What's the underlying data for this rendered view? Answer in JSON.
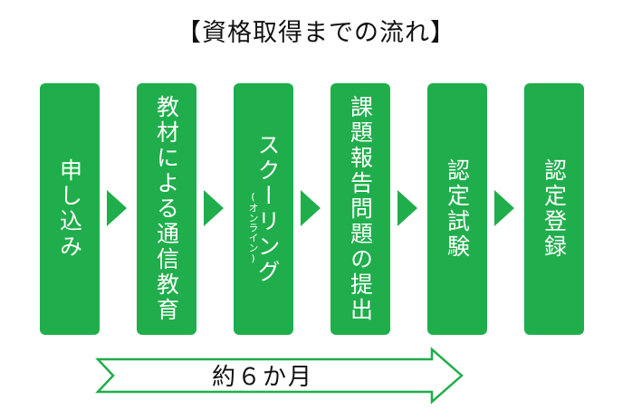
{
  "title": "【資格取得までの流れ】",
  "steps": [
    {
      "label": "申し込み"
    },
    {
      "label": "教材による通信教育"
    },
    {
      "label": "スクーリング",
      "note": "(オンライン)"
    },
    {
      "label": "課題報告問題の提出"
    },
    {
      "label": "認定試験"
    },
    {
      "label": "認定登録"
    }
  ],
  "duration": {
    "label": "約６か月"
  },
  "colors": {
    "step": "#1fae4b",
    "arrow": "#1fae4b",
    "duration_outline": "#1fae4b"
  }
}
